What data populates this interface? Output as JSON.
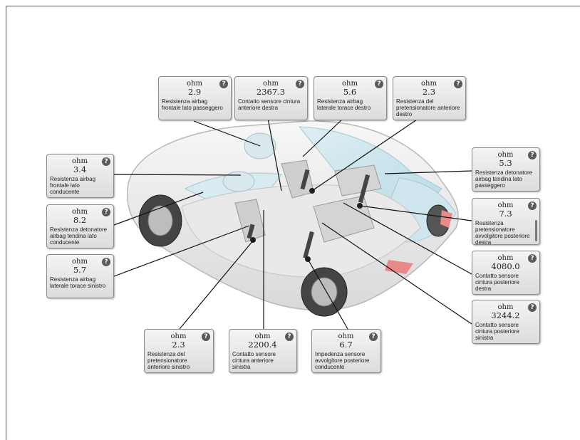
{
  "help_glyph": "?",
  "cards": [
    {
      "id": "airbag-front-passenger",
      "unit": "ohm",
      "value": "2.9",
      "desc": "Resistenza airbag frontale lato passeggero"
    },
    {
      "id": "belt-sensor-front-right",
      "unit": "ohm",
      "value": "2367.3",
      "desc": "Contatto sensore cintura anteriore destra"
    },
    {
      "id": "airbag-side-chest-right",
      "unit": "ohm",
      "value": "5.6",
      "desc": "Resistenza airbag laterale torace destro"
    },
    {
      "id": "pretensioner-front-right",
      "unit": "ohm",
      "value": "2.3",
      "desc": "Resistenza del pretensionatore anteriore destro"
    },
    {
      "id": "curtain-airbag-passenger",
      "unit": "ohm",
      "value": "5.3",
      "desc": "Resistenza detonatore airbag tendina lato passeggero"
    },
    {
      "id": "pretensioner-retractor-rear-right",
      "unit": "ohm",
      "value": "7.3",
      "desc": "Resistenza pretensionatore avvolgitore posteriore destra"
    },
    {
      "id": "belt-sensor-rear-right",
      "unit": "ohm",
      "value": "4080.0",
      "desc": "Contatto sensore cintura posteriore destra"
    },
    {
      "id": "belt-sensor-rear-left",
      "unit": "ohm",
      "value": "3244.2",
      "desc": "Contatto sensore cintura posteriore sinistra"
    },
    {
      "id": "airbag-front-driver",
      "unit": "ohm",
      "value": "3.4",
      "desc": "Resistenza airbag frontale lato conducente"
    },
    {
      "id": "curtain-airbag-driver",
      "unit": "ohm",
      "value": "8.2",
      "desc": "Resistenza detonatore airbag tendina lato conducente"
    },
    {
      "id": "airbag-side-chest-left",
      "unit": "ohm",
      "value": "5.7",
      "desc": "Resistenza airbag laterale torace sinistro"
    },
    {
      "id": "pretensioner-front-left",
      "unit": "ohm",
      "value": "2.3",
      "desc": "Resistenza del pretensionatore anteriore sinistro"
    },
    {
      "id": "belt-sensor-front-left",
      "unit": "ohm",
      "value": "2200.4",
      "desc": "Contatto sensore cintura anteriore sinistra"
    },
    {
      "id": "retractor-impedance-rear-driver",
      "unit": "ohm",
      "value": "6.7",
      "desc": "Impedenza sensore avvolgitore posteriore conducente"
    }
  ]
}
